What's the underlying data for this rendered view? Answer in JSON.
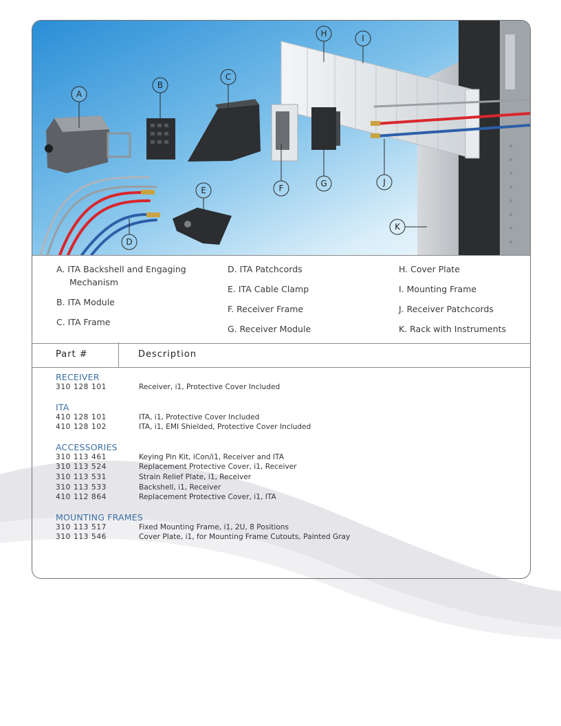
{
  "legend": {
    "col1": [
      {
        "label": "A. ITA Backshell and Engaging",
        "cont": "Mechanism"
      },
      {
        "label": "B. ITA Module"
      },
      {
        "label": "C. ITA Frame"
      }
    ],
    "col2": [
      {
        "label": "D. ITA Patchcords"
      },
      {
        "label": "E. ITA Cable Clamp"
      },
      {
        "label": "F.  Receiver Frame"
      },
      {
        "label": "G. Receiver Module"
      }
    ],
    "col3": [
      {
        "label": "H. Cover Plate"
      },
      {
        "label": "I. Mounting Frame"
      },
      {
        "label": "J. Receiver Patchcords"
      },
      {
        "label": "K. Rack with Instruments"
      }
    ]
  },
  "callouts": [
    "A",
    "B",
    "C",
    "D",
    "E",
    "F",
    "G",
    "H",
    "I",
    "J",
    "K"
  ],
  "table": {
    "header_part": "Part #",
    "header_desc": "Description",
    "groups": [
      {
        "title": "RECEIVER",
        "rows": [
          {
            "part": "310 128 101",
            "desc": "Receiver, i1, Protective Cover Included"
          }
        ]
      },
      {
        "title": "ITA",
        "rows": [
          {
            "part": "410 128 101",
            "desc": "ITA, i1, Protective Cover Included"
          },
          {
            "part": "410 128 102",
            "desc": "ITA, i1, EMI Shielded, Protective Cover Included"
          }
        ]
      },
      {
        "title": "ACCESSORIES",
        "rows": [
          {
            "part": "310 113 461",
            "desc": "Keying Pin Kit, iCon/i1, Receiver and ITA"
          },
          {
            "part": "310 113 524",
            "desc": "Replacement Protective Cover, i1, Receiver"
          },
          {
            "part": "310 113 531",
            "desc": "Strain Relief Plate, i1, Receiver"
          },
          {
            "part": "310 113 533",
            "desc": "Backshell, i1, Receiver"
          },
          {
            "part": "410 112 864",
            "desc": "Replacement Protective Cover, i1, ITA"
          }
        ]
      },
      {
        "title": "MOUNTING FRAMES",
        "rows": [
          {
            "part": "310 113 517",
            "desc": "Fixed Mounting Frame, i1, 2U, 8 Positions"
          },
          {
            "part": "310 113 546",
            "desc": "Cover Plate, i1, for Mounting Frame Cutouts, Painted Gray"
          }
        ]
      }
    ]
  }
}
